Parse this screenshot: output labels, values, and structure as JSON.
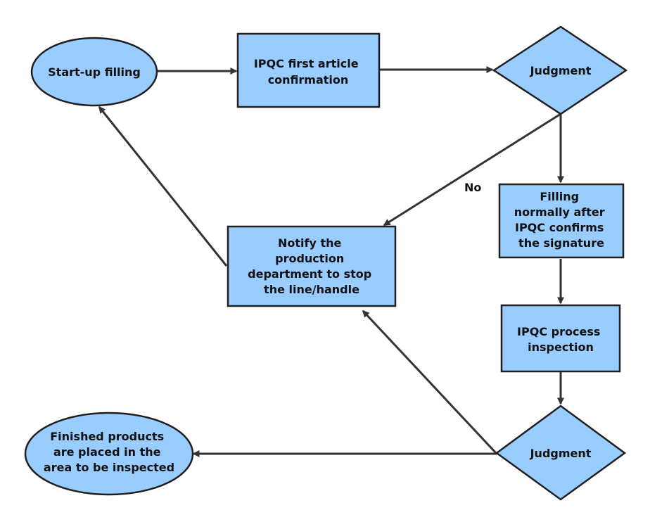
{
  "nodes": {
    "startup": {
      "lines": [
        "Start-up filling"
      ]
    },
    "first_article": {
      "lines": [
        "IPQC first article",
        "confirmation"
      ]
    },
    "judgment_1": {
      "lines": [
        "Judgment"
      ]
    },
    "filling_normally": {
      "lines": [
        "Filling",
        "normally after",
        "IPQC confirms",
        "the signature"
      ]
    },
    "notify": {
      "lines": [
        "Notify the",
        "production",
        "department to stop",
        "the line/handle"
      ]
    },
    "process_inspection": {
      "lines": [
        "IPQC process",
        "inspection"
      ]
    },
    "judgment_2": {
      "lines": [
        "Judgment"
      ]
    },
    "finished": {
      "lines": [
        "Finished products",
        "are placed in the",
        "area to be inspected"
      ]
    }
  },
  "edges": {
    "no_label": "No"
  }
}
